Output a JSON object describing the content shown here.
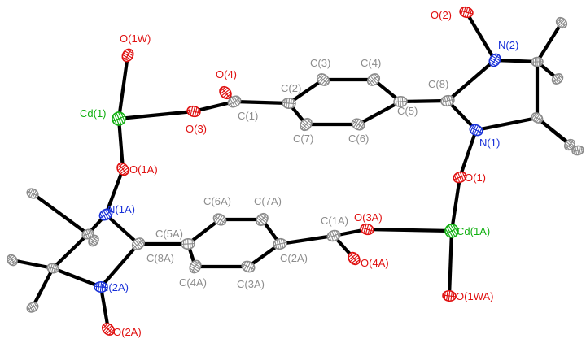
{
  "colors": {
    "C": "#8c8c8c",
    "O": "#e01010",
    "N": "#1830d8",
    "Cd": "#12b012",
    "bond": "#000000"
  },
  "atoms": [
    {
      "id": "O1W",
      "label": "O(1W)",
      "el": "O"
    },
    {
      "id": "Cd1",
      "label": "Cd(1)",
      "el": "Cd"
    },
    {
      "id": "O3",
      "label": "O(3)",
      "el": "O"
    },
    {
      "id": "O4",
      "label": "O(4)",
      "el": "O"
    },
    {
      "id": "C1",
      "label": "C(1)",
      "el": "C"
    },
    {
      "id": "C2",
      "label": "C(2)",
      "el": "C"
    },
    {
      "id": "C3",
      "label": "C(3)",
      "el": "C"
    },
    {
      "id": "C4",
      "label": "C(4)",
      "el": "C"
    },
    {
      "id": "C5",
      "label": "C(5)",
      "el": "C"
    },
    {
      "id": "C6",
      "label": "C(6)",
      "el": "C"
    },
    {
      "id": "C7",
      "label": "C(7)",
      "el": "C"
    },
    {
      "id": "C8",
      "label": "C(8)",
      "el": "C"
    },
    {
      "id": "N1",
      "label": "N(1)",
      "el": "N"
    },
    {
      "id": "N2",
      "label": "N(2)",
      "el": "N"
    },
    {
      "id": "O1",
      "label": "O(1)",
      "el": "O"
    },
    {
      "id": "O2",
      "label": "O(2)",
      "el": "O"
    },
    {
      "id": "O1A",
      "label": "O(1A)",
      "el": "O"
    },
    {
      "id": "N1A",
      "label": "N(1A)",
      "el": "N"
    },
    {
      "id": "N2A",
      "label": "N(2A)",
      "el": "N"
    },
    {
      "id": "O2A",
      "label": "O(2A)",
      "el": "O"
    },
    {
      "id": "C8A",
      "label": "C(8A)",
      "el": "C"
    },
    {
      "id": "C5A",
      "label": "C(5A)",
      "el": "C"
    },
    {
      "id": "C6A",
      "label": "C(6A)",
      "el": "C"
    },
    {
      "id": "C7A",
      "label": "C(7A)",
      "el": "C"
    },
    {
      "id": "C2A",
      "label": "C(2A)",
      "el": "C"
    },
    {
      "id": "C3A",
      "label": "C(3A)",
      "el": "C"
    },
    {
      "id": "C4A",
      "label": "C(4A)",
      "el": "C"
    },
    {
      "id": "C1A",
      "label": "C(1A)",
      "el": "C"
    },
    {
      "id": "O3A",
      "label": "O(3A)",
      "el": "O"
    },
    {
      "id": "O4A",
      "label": "O(4A)",
      "el": "O"
    },
    {
      "id": "Cd1A",
      "label": "Cd(1A)",
      "el": "Cd"
    },
    {
      "id": "O1WA",
      "label": "O(1WA)",
      "el": "O"
    },
    {
      "id": "Me1",
      "label": "",
      "el": "C"
    },
    {
      "id": "Me2",
      "label": "",
      "el": "C"
    },
    {
      "id": "Cq1",
      "label": "",
      "el": "C"
    },
    {
      "id": "Cq2",
      "label": "",
      "el": "C"
    },
    {
      "id": "Me3",
      "label": "",
      "el": "C"
    },
    {
      "id": "Me4",
      "label": "",
      "el": "C"
    },
    {
      "id": "Me1A",
      "label": "",
      "el": "C"
    },
    {
      "id": "Me2A",
      "label": "",
      "el": "C"
    },
    {
      "id": "Cq1A",
      "label": "",
      "el": "C"
    },
    {
      "id": "Cq2A",
      "label": "",
      "el": "C"
    },
    {
      "id": "Me3A",
      "label": "",
      "el": "C"
    },
    {
      "id": "Me4A",
      "label": "",
      "el": "C"
    }
  ],
  "bonds": [
    [
      "O1W",
      "Cd1"
    ],
    [
      "Cd1",
      "O3"
    ],
    [
      "Cd1",
      "O1A"
    ],
    [
      "O3",
      "C1"
    ],
    [
      "O4",
      "C1"
    ],
    [
      "C1",
      "C2"
    ],
    [
      "C2",
      "C3"
    ],
    [
      "C3",
      "C4"
    ],
    [
      "C4",
      "C5"
    ],
    [
      "C5",
      "C6"
    ],
    [
      "C6",
      "C7"
    ],
    [
      "C7",
      "C2"
    ],
    [
      "C5",
      "C8"
    ],
    [
      "C8",
      "N2"
    ],
    [
      "C8",
      "N1"
    ],
    [
      "N2",
      "O2"
    ],
    [
      "N1",
      "O1"
    ],
    [
      "O1",
      "Cd1A"
    ],
    [
      "N2",
      "Cq1"
    ],
    [
      "Cq1",
      "Me1"
    ],
    [
      "Cq1",
      "Me2"
    ],
    [
      "Cq1",
      "Cq2"
    ],
    [
      "N1",
      "Cq2"
    ],
    [
      "Cq2",
      "Me3"
    ],
    [
      "Cq2",
      "Me4"
    ],
    [
      "O1A",
      "N1A"
    ],
    [
      "N1A",
      "C8A"
    ],
    [
      "C8A",
      "N2A"
    ],
    [
      "N2A",
      "O2A"
    ],
    [
      "C8A",
      "C5A"
    ],
    [
      "C5A",
      "C6A"
    ],
    [
      "C6A",
      "C7A"
    ],
    [
      "C7A",
      "C2A"
    ],
    [
      "C2A",
      "C3A"
    ],
    [
      "C3A",
      "C4A"
    ],
    [
      "C4A",
      "C5A"
    ],
    [
      "C2A",
      "C1A"
    ],
    [
      "C1A",
      "O3A"
    ],
    [
      "C1A",
      "O4A"
    ],
    [
      "O3A",
      "Cd1A"
    ],
    [
      "Cd1A",
      "O1WA"
    ],
    [
      "N1A",
      "Cq1A"
    ],
    [
      "Cq1A",
      "Me1A"
    ],
    [
      "Cq1A",
      "Me2A"
    ],
    [
      "Cq1A",
      "Cq2A"
    ],
    [
      "N2A",
      "Cq2A"
    ],
    [
      "Cq2A",
      "Me3A"
    ],
    [
      "Cq2A",
      "Me4A"
    ]
  ]
}
